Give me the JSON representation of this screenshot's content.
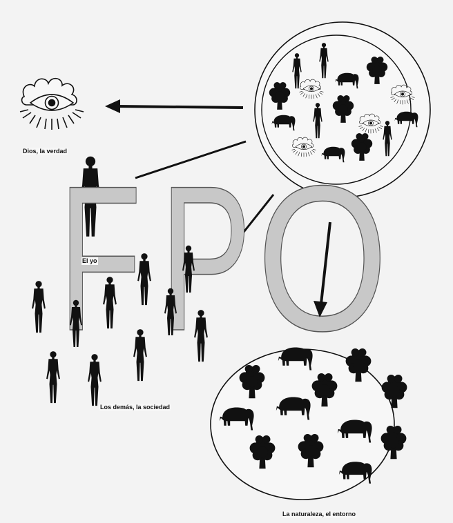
{
  "labels": {
    "god": "Dios, la verdad",
    "self": "El yo",
    "society": "Los demás, la sociedad",
    "nature": "La naturaleza, el entorno"
  },
  "letters": {
    "f": "F",
    "p": "P",
    "o": "O"
  },
  "colors": {
    "background": "#f3f3f3",
    "letter_fill": "#c8c8c8",
    "letter_stroke": "#555555",
    "ink": "#111111"
  },
  "icons": {
    "god": "eye-in-cloud-icon",
    "human": "human-silhouette-icon",
    "elephant": "elephant-icon",
    "tree": "tree-icon"
  }
}
